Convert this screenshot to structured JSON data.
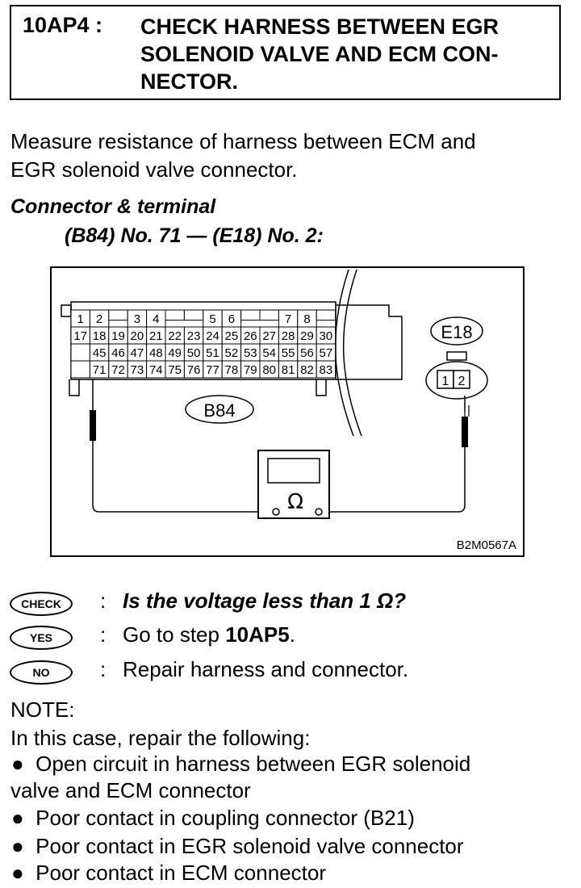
{
  "header": {
    "step": "10AP4 :",
    "title": "CHECK HARNESS BETWEEN EGR SOLENOID VALVE AND ECM CON-NECTOR."
  },
  "instruction": {
    "line1": "Measure resistance of harness between ECM and",
    "line2": "EGR solenoid valve connector."
  },
  "spec": {
    "heading": "Connector & terminal",
    "terminals": "(B84) No. 71 — (E18) No. 2:"
  },
  "figure": {
    "ecm_connector": "B84",
    "valve_connector": "E18",
    "meter_symbol": "Ω",
    "figure_code": "B2M0567A",
    "row1": [
      "1",
      "2",
      "",
      "3",
      "4",
      "",
      "",
      "5",
      "6",
      "",
      "",
      "7",
      "8",
      ""
    ],
    "row2": [
      "17",
      "18",
      "19",
      "20",
      "21",
      "22",
      "23",
      "24",
      "25",
      "26",
      "27",
      "28",
      "29",
      "30"
    ],
    "row3": [
      "",
      "45",
      "46",
      "47",
      "48",
      "49",
      "50",
      "51",
      "52",
      "53",
      "54",
      "55",
      "56",
      "57"
    ],
    "row4": [
      "",
      "71",
      "72",
      "73",
      "74",
      "75",
      "76",
      "77",
      "78",
      "79",
      "80",
      "81",
      "82",
      "83"
    ],
    "valve_pins": [
      "1",
      "2"
    ]
  },
  "result": {
    "check_badge": "CHECK",
    "check_text": "Is the voltage less than 1 Ω?",
    "yes_badge": "YES",
    "yes_text_prefix": "Go to step ",
    "yes_step": "10AP5",
    "yes_suffix": ".",
    "no_badge": "NO",
    "no_text": "Repair harness and connector."
  },
  "note": {
    "label": "NOTE:",
    "intro": "In this case, repair the following:",
    "items": [
      "Open circuit in harness between EGR solenoid",
      "valve and ECM connector",
      "Poor contact in coupling connector (B21)",
      "Poor contact in EGR solenoid valve connector",
      "Poor contact in ECM connector"
    ]
  }
}
